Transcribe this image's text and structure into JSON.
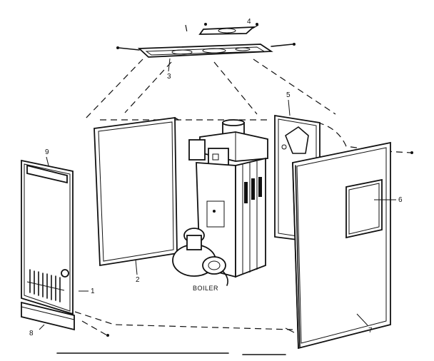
{
  "diagram": {
    "parts": [
      {
        "id": "1",
        "label": "1"
      },
      {
        "id": "2",
        "label": "2"
      },
      {
        "id": "3",
        "label": "3"
      },
      {
        "id": "4",
        "label": "4"
      },
      {
        "id": "5",
        "label": "5"
      },
      {
        "id": "6",
        "label": "6"
      },
      {
        "id": "7",
        "label": "7"
      },
      {
        "id": "8",
        "label": "8"
      },
      {
        "id": "9",
        "label": "9"
      }
    ],
    "center_label": "BOILER"
  }
}
